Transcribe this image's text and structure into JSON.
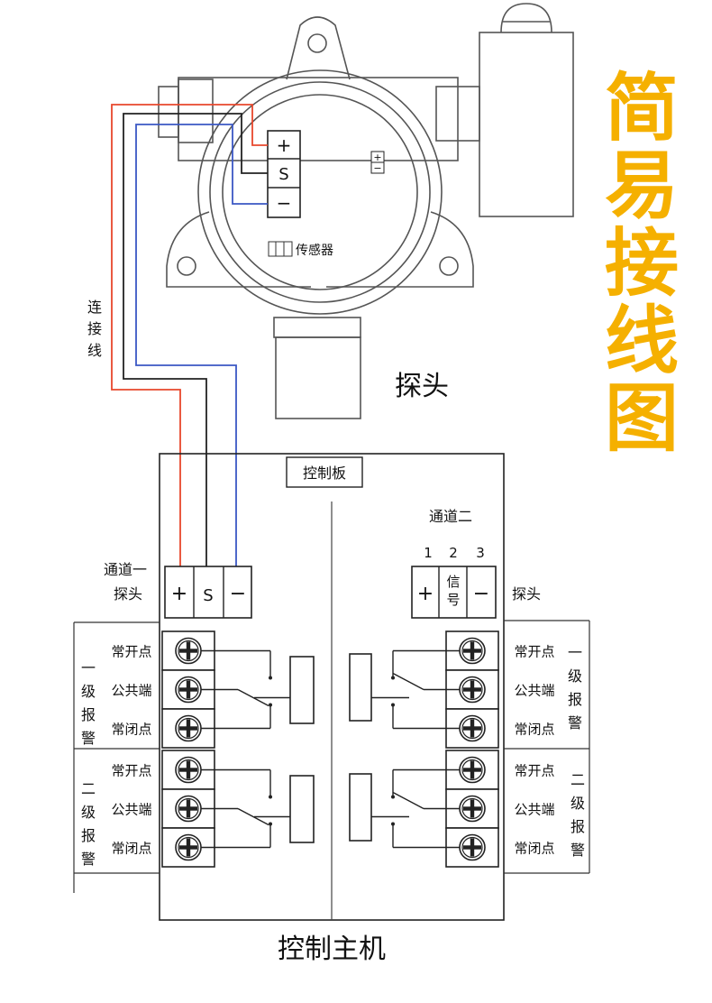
{
  "title": "简易接线图",
  "colors": {
    "title": "#F5B000",
    "wire_positive": "#E8472C",
    "wire_signal": "#222222",
    "wire_negative": "#3B57C4",
    "line": "#111111"
  },
  "probe": {
    "label": "探头",
    "terminals": [
      "+",
      "S",
      "−"
    ],
    "sensor_label": "传感器",
    "polarity_marks": [
      "+",
      "−"
    ]
  },
  "wire_label": [
    "连",
    "接",
    "线"
  ],
  "controller": {
    "main_label": "控制主机",
    "board_label": "控制板",
    "channel1": {
      "label_lines": [
        "通道一",
        "探头"
      ],
      "terminals": [
        "+",
        "S",
        "−"
      ]
    },
    "channel2": {
      "label": "通道二",
      "probe_label": "探头",
      "numbers": [
        "1",
        "2",
        "3"
      ],
      "terminals": [
        "+",
        "信\n号",
        "−"
      ]
    },
    "relay_terminal_labels": [
      "常开点",
      "公共端",
      "常闭点",
      "常开点",
      "公共端",
      "常闭点"
    ],
    "alarm1": [
      "一",
      "级",
      "报",
      "警"
    ],
    "alarm2": [
      "二",
      "级",
      "报",
      "警"
    ]
  }
}
